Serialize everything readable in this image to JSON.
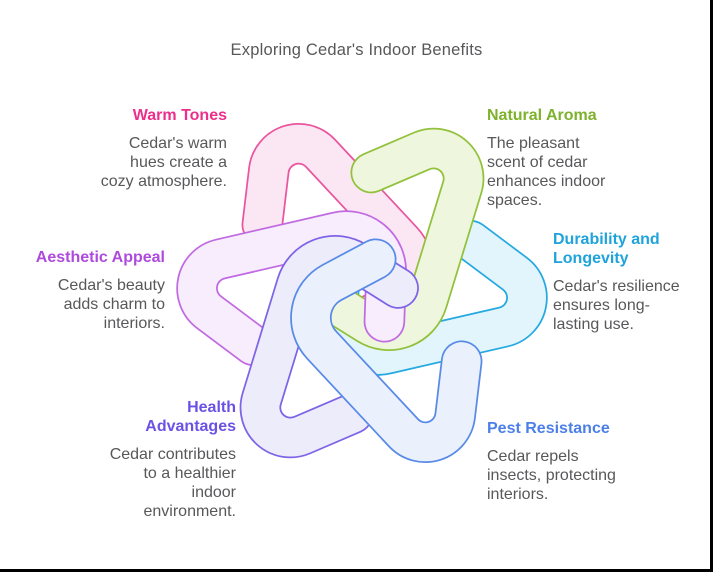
{
  "title": {
    "text": "Exploring Cedar's Indoor Benefits",
    "color": "#58585a"
  },
  "figure": {
    "name": "interlocking-loops-knot",
    "background": "#ffffff"
  },
  "items": [
    {
      "id": "warm-tones",
      "label": "Warm Tones",
      "description": "Cedar's warm\nhues create a\ncozy atmosphere.",
      "label_color": "#ed2f8c",
      "outline_color": "#ea559f",
      "fill_color": "#fbe7f3"
    },
    {
      "id": "natural-aroma",
      "label": "Natural Aroma",
      "description": "The pleasant\nscent of cedar\nenhances indoor\nspaces.",
      "label_color": "#7eb22c",
      "outline_color": "#92c13c",
      "fill_color": "#eef6dd"
    },
    {
      "id": "durability-and-longevity",
      "label": "Durability and\nLongevity",
      "description": "Cedar's resilience\nensures long-\nlasting use.",
      "label_color": "#1fa3db",
      "outline_color": "#25a9e0",
      "fill_color": "#e3f5fc"
    },
    {
      "id": "pest-resistance",
      "label": "Pest Resistance",
      "description": "Cedar repels\ninsects, protecting\ninteriors.",
      "label_color": "#4c80e8",
      "outline_color": "#588ae8",
      "fill_color": "#eaf1fc"
    },
    {
      "id": "health-advantages",
      "label": "Health\nAdvantages",
      "description": "Cedar contributes\nto a healthier\nindoor\nenvironment.",
      "label_color": "#6c52e4",
      "outline_color": "#7e64e6",
      "fill_color": "#edecfb"
    },
    {
      "id": "aesthetic-appeal",
      "label": "Aesthetic Appeal",
      "description": "Cedar's beauty\nadds charm to\ninteriors.",
      "label_color": "#ae4bdc",
      "outline_color": "#c06be2",
      "fill_color": "#f8edfc"
    }
  ],
  "text_color": "#58585a"
}
